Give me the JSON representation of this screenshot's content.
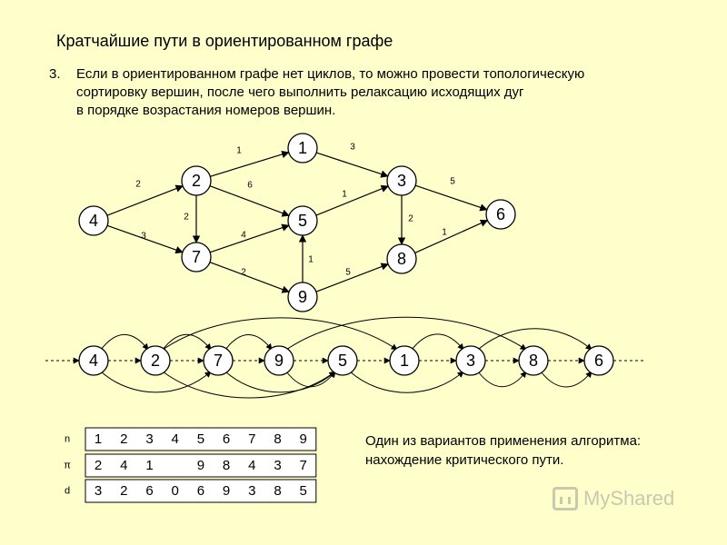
{
  "title": "Кратчайшие пути в ориентированном графе",
  "item_number": "3.",
  "paragraph_lines": [
    "Если в ориентированном графе нет циклов, то можно провести топологическую",
    "сортировку вершин, после чего выполнить релаксацию исходящих дуг",
    "в порядке возрастания номеров вершин."
  ],
  "graph": {
    "nodes": [
      "1",
      "2",
      "3",
      "4",
      "5",
      "6",
      "7",
      "8",
      "9"
    ],
    "edges": [
      {
        "from": "4",
        "to": "2",
        "w": "2"
      },
      {
        "from": "4",
        "to": "7",
        "w": "3"
      },
      {
        "from": "2",
        "to": "1",
        "w": "1"
      },
      {
        "from": "2",
        "to": "5",
        "w": "6"
      },
      {
        "from": "2",
        "to": "7",
        "w": "2"
      },
      {
        "from": "7",
        "to": "5",
        "w": "4"
      },
      {
        "from": "7",
        "to": "9",
        "w": "2"
      },
      {
        "from": "9",
        "to": "5",
        "w": "1"
      },
      {
        "from": "1",
        "to": "3",
        "w": "3"
      },
      {
        "from": "5",
        "to": "3",
        "w": "1"
      },
      {
        "from": "9",
        "to": "8",
        "w": "5"
      },
      {
        "from": "3",
        "to": "8",
        "w": "2"
      },
      {
        "from": "3",
        "to": "6",
        "w": "5"
      },
      {
        "from": "8",
        "to": "6",
        "w": "1"
      }
    ]
  },
  "sorted_order": [
    "4",
    "2",
    "7",
    "9",
    "5",
    "1",
    "3",
    "8",
    "6"
  ],
  "table": {
    "row_labels": [
      "n",
      "π",
      "d"
    ],
    "rows": [
      [
        "1",
        "2",
        "3",
        "4",
        "5",
        "6",
        "7",
        "8",
        "9"
      ],
      [
        "2",
        "4",
        "1",
        "",
        "9",
        "8",
        "4",
        "3",
        "7"
      ],
      [
        "3",
        "2",
        "6",
        "0",
        "6",
        "9",
        "3",
        "8",
        "5"
      ]
    ]
  },
  "note_lines": [
    "Один из вариантов применения алгоритма:",
    "нахождение критического пути."
  ],
  "watermark": "MyShared"
}
